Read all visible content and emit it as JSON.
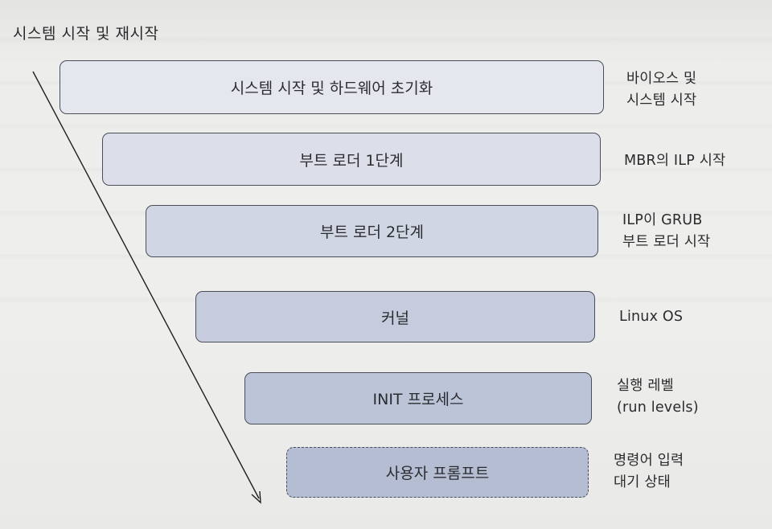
{
  "title": "시스템 시작 및 재시작",
  "stages": [
    {
      "label": "시스템 시작 및 하드웨어 초기화",
      "desc": [
        "바이오스 및",
        "시스템 시작"
      ],
      "color": "#e5e7ee",
      "border": "solid"
    },
    {
      "label": "부트 로더 1단계",
      "desc": [
        "MBR의 ILP 시작"
      ],
      "color": "#dcdfe9",
      "border": "solid"
    },
    {
      "label": "부트 로더 2단계",
      "desc": [
        "ILP이 GRUB",
        "부트 로더 시작"
      ],
      "color": "#d1d6e4",
      "border": "solid"
    },
    {
      "label": "커널",
      "desc": [
        "Linux OS"
      ],
      "color": "#c6ccdd",
      "border": "solid"
    },
    {
      "label": "INIT 프로세스",
      "desc": [
        "실행 레벨",
        "(run levels)"
      ],
      "color": "#bcc4d8",
      "border": "solid"
    },
    {
      "label": "사용자 프롬프트",
      "desc": [
        "명령어 입력",
        "대기 상태"
      ],
      "color": "#b5bdd2",
      "border": "dashed"
    }
  ]
}
